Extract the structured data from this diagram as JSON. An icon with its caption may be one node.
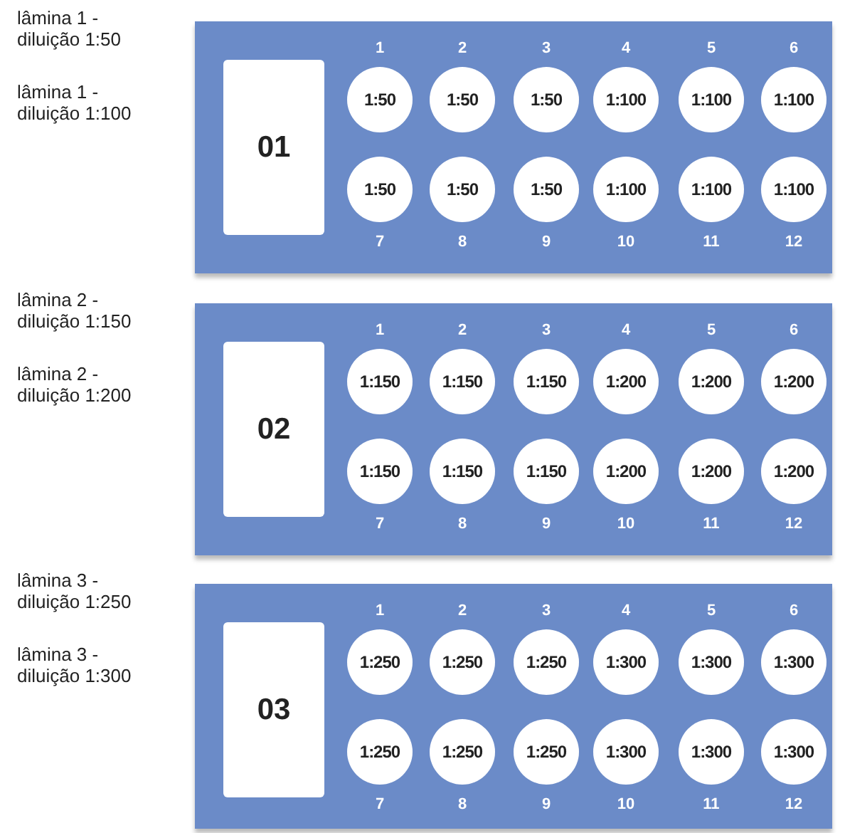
{
  "diagram": {
    "nodes": [
      {
        "text": [],
        "shape": "box"
      },
      {
        "text": [
          "01"
        ],
        "in": 0
      },
      {
        "text": [
          "1:50"
        ],
        "beside": [
          "1"
        ],
        "in": 0
      },
      {
        "text": [
          "1:50"
        ],
        "beside": [
          "2"
        ],
        "in": 0
      },
      {
        "text": [
          "1:50"
        ],
        "beside": [
          "3"
        ],
        "in": 0
      },
      {
        "text": [
          "1:100"
        ],
        "beside": [
          "4"
        ],
        "in": 0
      },
      {
        "text": [
          "1:100"
        ],
        "beside": [
          "5"
        ],
        "in": 0
      },
      {
        "text": [
          "1:100"
        ],
        "beside": [
          "6"
        ],
        "in": 0
      },
      {
        "text": [
          "1:50"
        ],
        "beside": [
          "7"
        ],
        "in": 0
      },
      {
        "text": [
          "1:50"
        ],
        "beside": [
          "8"
        ],
        "in": 0
      },
      {
        "text": [
          "1:50"
        ],
        "beside": [
          "9"
        ],
        "in": 0
      },
      {
        "text": [
          "1:100"
        ],
        "beside": [
          "10"
        ],
        "in": 0
      },
      {
        "text": [
          "1:100"
        ],
        "beside": [
          "11"
        ],
        "in": 0
      },
      {
        "text": [
          "1:100"
        ],
        "beside": [
          "12"
        ],
        "in": 0
      },
      {
        "text": [],
        "shape": "box"
      },
      {
        "text": [
          "02"
        ],
        "in": 14
      },
      {
        "text": [
          "1:150"
        ],
        "beside": [
          "1"
        ],
        "in": 14
      },
      {
        "text": [
          "1:150"
        ],
        "beside": [
          "2"
        ],
        "in": 14
      },
      {
        "text": [
          "1:150"
        ],
        "beside": [
          "3"
        ],
        "in": 14
      },
      {
        "text": [
          "1:200"
        ],
        "beside": [
          "4"
        ],
        "in": 14
      },
      {
        "text": [
          "1:200"
        ],
        "beside": [
          "5"
        ],
        "in": 14
      },
      {
        "text": [
          "1:200"
        ],
        "beside": [
          "6"
        ],
        "in": 14
      },
      {
        "text": [
          "1:150"
        ],
        "beside": [
          "7"
        ],
        "in": 14
      },
      {
        "text": [
          "1:150"
        ],
        "beside": [
          "8"
        ],
        "in": 14
      },
      {
        "text": [
          "1:150"
        ],
        "beside": [
          "9"
        ],
        "in": 14
      },
      {
        "text": [
          "1:200"
        ],
        "beside": [
          "10"
        ],
        "in": 14
      },
      {
        "text": [
          "1:200"
        ],
        "beside": [
          "11"
        ],
        "in": 14
      },
      {
        "text": [
          "1:200"
        ],
        "beside": [
          "12"
        ],
        "in": 14
      },
      {
        "text": [],
        "shape": "box"
      },
      {
        "text": [
          "03"
        ],
        "in": 28
      },
      {
        "text": [
          "1:250"
        ],
        "beside": [
          "1"
        ],
        "in": 28
      },
      {
        "text": [
          "1:250"
        ],
        "beside": [
          "2"
        ],
        "in": 28
      },
      {
        "text": [
          "1:250"
        ],
        "beside": [
          "3"
        ],
        "in": 28
      },
      {
        "text": [
          "1:300"
        ],
        "beside": [
          "4"
        ],
        "in": 28
      },
      {
        "text": [
          "1:300"
        ],
        "beside": [
          "5"
        ],
        "in": 28
      },
      {
        "text": [
          "1:300"
        ],
        "beside": [
          "6"
        ],
        "in": 28
      },
      {
        "text": [
          "1:250"
        ],
        "beside": [
          "7"
        ],
        "in": 28
      },
      {
        "text": [
          "1:250"
        ],
        "beside": [
          "8"
        ],
        "in": 28
      },
      {
        "text": [
          "1:250"
        ],
        "beside": [
          "9"
        ],
        "in": 28
      },
      {
        "text": [
          "1:300"
        ],
        "beside": [
          "10"
        ],
        "in": 28
      },
      {
        "text": [
          "1:300"
        ],
        "beside": [
          "11"
        ],
        "in": 28
      },
      {
        "text": [
          "1:300"
        ],
        "beside": [
          "12"
        ],
        "in": 28
      }
    ],
    "edges": [],
    "labels": [
      "lâmina 1 - diluição 1:50",
      "lâmina 1 - diluição 1:100",
      "lâmina 2 - diluição 1:150",
      "lâmina 2 - diluição 1:200",
      "lâmina 3 - diluição 1:250",
      "lâmina 3 - diluição 1:300"
    ]
  }
}
